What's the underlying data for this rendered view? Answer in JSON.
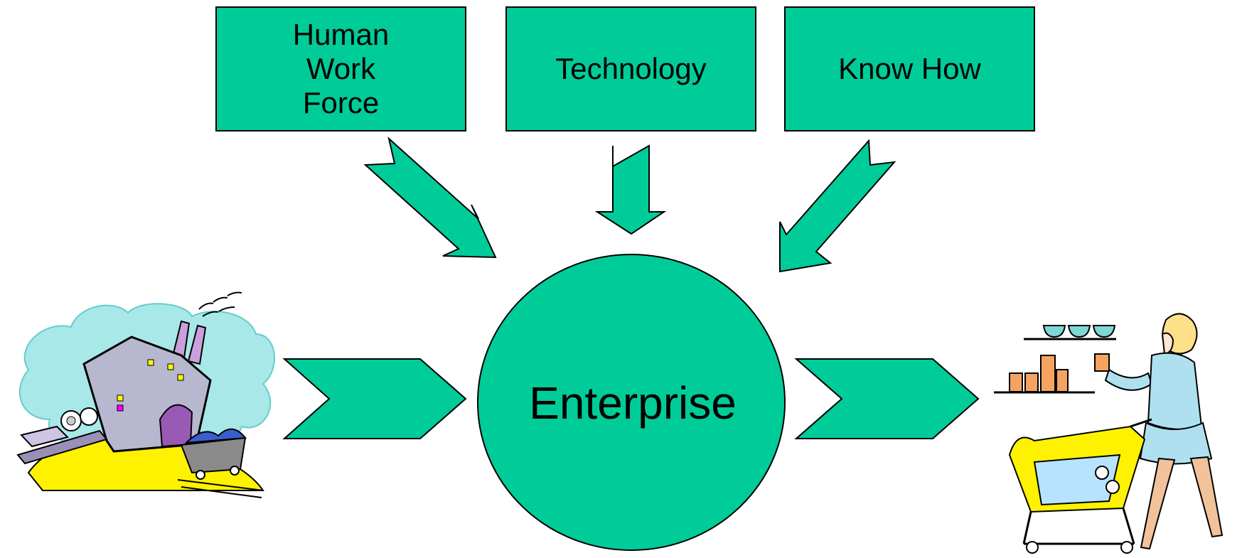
{
  "inputs": {
    "human_work_force": [
      "Human",
      "Work",
      "Force"
    ],
    "technology": "Technology",
    "know_how": "Know How"
  },
  "center": {
    "label": "Enterprise"
  },
  "icons": {
    "left": "factory-illustration",
    "right": "shopper-with-cart-illustration"
  },
  "colors": {
    "shape_fill": "#00cc99",
    "outline": "#000000"
  }
}
